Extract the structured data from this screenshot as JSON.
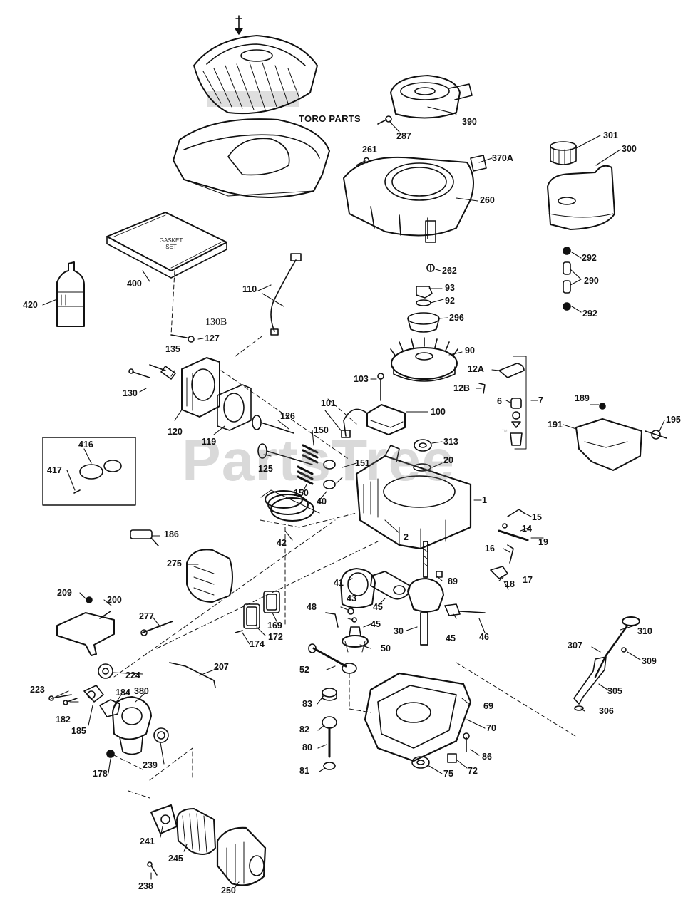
{
  "brand_text": "TORO PARTS",
  "gasket_set_text": "GASKET SET",
  "watermark": "PartsTree",
  "trademark": "™",
  "callouts": {
    "c390": "390",
    "c287": "287",
    "c301": "301",
    "c300": "300",
    "c261": "261",
    "c370A": "370A",
    "c260": "260",
    "c292a": "292",
    "c290": "290",
    "c292b": "292",
    "c262": "262",
    "c400": "400",
    "c420": "420",
    "c110": "110",
    "c93": "93",
    "c92": "92",
    "c296": "296",
    "c130B": "130B",
    "c127": "127",
    "c135": "135",
    "c90": "90",
    "c12A": "12A",
    "c12B": "12B",
    "c130": "130",
    "c103": "103",
    "c101": "101",
    "c100": "100",
    "c6": "6",
    "c7": "7",
    "c189": "189",
    "c195": "195",
    "c191": "191",
    "c126": "126",
    "c120": "120",
    "c119": "119",
    "c150a": "150",
    "c313": "313",
    "c20": "20",
    "c416": "416",
    "c417": "417",
    "c125": "125",
    "c151": "151",
    "c150b": "150",
    "c40": "40",
    "c1": "1",
    "c15": "15",
    "c14": "14",
    "c19": "19",
    "c186": "186",
    "c42": "42",
    "c2": "2",
    "c16": "16",
    "c275": "275",
    "c89": "89",
    "c18": "18",
    "c17": "17",
    "c41": "41",
    "c43": "43",
    "c209": "209",
    "c200": "200",
    "c48": "48",
    "c45a": "45",
    "c45b": "45",
    "c277": "277",
    "c169": "169",
    "c30": "30",
    "c45c": "45",
    "c46": "46",
    "c310": "310",
    "c174": "174",
    "c172": "172",
    "c50": "50",
    "c307": "307",
    "c309": "309",
    "c207": "207",
    "c224": "224",
    "c52": "52",
    "c380": "380",
    "c184": "184",
    "c223": "223",
    "c69": "69",
    "c305": "305",
    "c182": "182",
    "c185": "185",
    "c83": "83",
    "c306": "306",
    "c70": "70",
    "c82": "82",
    "c239": "239",
    "c80": "80",
    "c86": "86",
    "c178": "178",
    "c81": "81",
    "c75": "75",
    "c72": "72",
    "c241": "241",
    "c245": "245",
    "c238": "238",
    "c250": "250"
  }
}
